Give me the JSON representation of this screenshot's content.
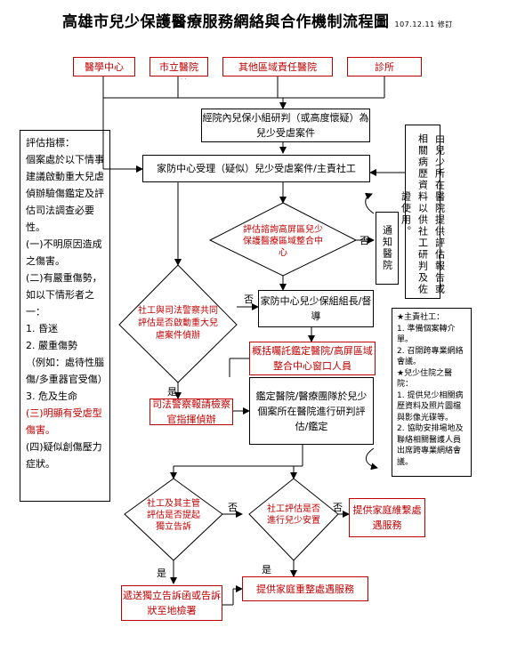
{
  "title": "高雄市兒少保護醫療服務網絡與合作機制流程圖",
  "revision": "107.12.11 修訂",
  "hospitals": [
    "醫學中心",
    "市立醫院",
    "其他區域責任醫院",
    "診所"
  ],
  "hospital_dots": "·  ·",
  "suspect_report": "經院內兒保小組研判（或高度懷疑）為兒少受虐案件",
  "family_center_accept": "家防中心受理（疑似）兒少受虐案件/主責社工",
  "consult_diamond": "評估諮詢高屏區兒少保護醫療區域整合中心",
  "notify_hospital": "通知醫院",
  "right_note": "由兒少所在醫院提供評估報告或相關病歷資料以供社工研判及佐證使用。",
  "left_panel": {
    "heading": "評估指標：",
    "intro": "個案處於以下情事建議啟動重大兒虐偵辦驗傷鑑定及評估司法調查必要性。",
    "items": [
      {
        "text": "(一)不明原因造成之傷害。",
        "red": false
      },
      {
        "text": "(二)有嚴重傷勢，如以下情形者之一：",
        "red": false
      },
      {
        "text": "1. 昏迷",
        "red": false
      },
      {
        "text": "2. 嚴重傷勢",
        "red": false
      },
      {
        "text": "（例如：處待性腦傷/多重器官受傷）",
        "red": false
      },
      {
        "text": "3. 危及生命",
        "red": false
      },
      {
        "text": "(三)明顯有受虐型傷害。",
        "red": true
      },
      {
        "text": "(四)疑似創傷壓力症狀。",
        "red": false
      }
    ]
  },
  "joint_diamond": "社工與司法警察共同評估是否啟動重大兒虐案件偵辦",
  "family_team": "家防中心兒少保組組長/督導",
  "commission": "概括囑託鑑定醫院/高屏區域整合中心窗口人員",
  "key_notes": {
    "social_title": "★主責社工：",
    "social_items": [
      "1. 準備個案轉介單。",
      "2. 召開跨專業網絡會議。"
    ],
    "hospital_title": "★兒少住院之醫院：",
    "hospital_items": [
      "1. 提供兒少相關病歷資料及照片圖檔與影像光碟等。",
      "2. 協助安排場地及聯絡相關醫護人員出席跨專業網絡會議。"
    ]
  },
  "police": "司法警察報請檢察官指揮偵辦",
  "forensic": "鑑定醫院/醫療團隊於兒少個案所在醫院進行研判評估/鑑定",
  "complaint_diamond": "社工及其主管評估是否提起獨立告訴",
  "placement_diamond": "社工評估是否進行兒少安置",
  "maintain_service": "提供家庭維繫處遇服務",
  "reunify_service": "提供家庭重整處遇服務",
  "file_complaint": "遞送獨立告訴函或告訴狀至地檢署",
  "labels": {
    "no": "否",
    "yes": "是"
  }
}
